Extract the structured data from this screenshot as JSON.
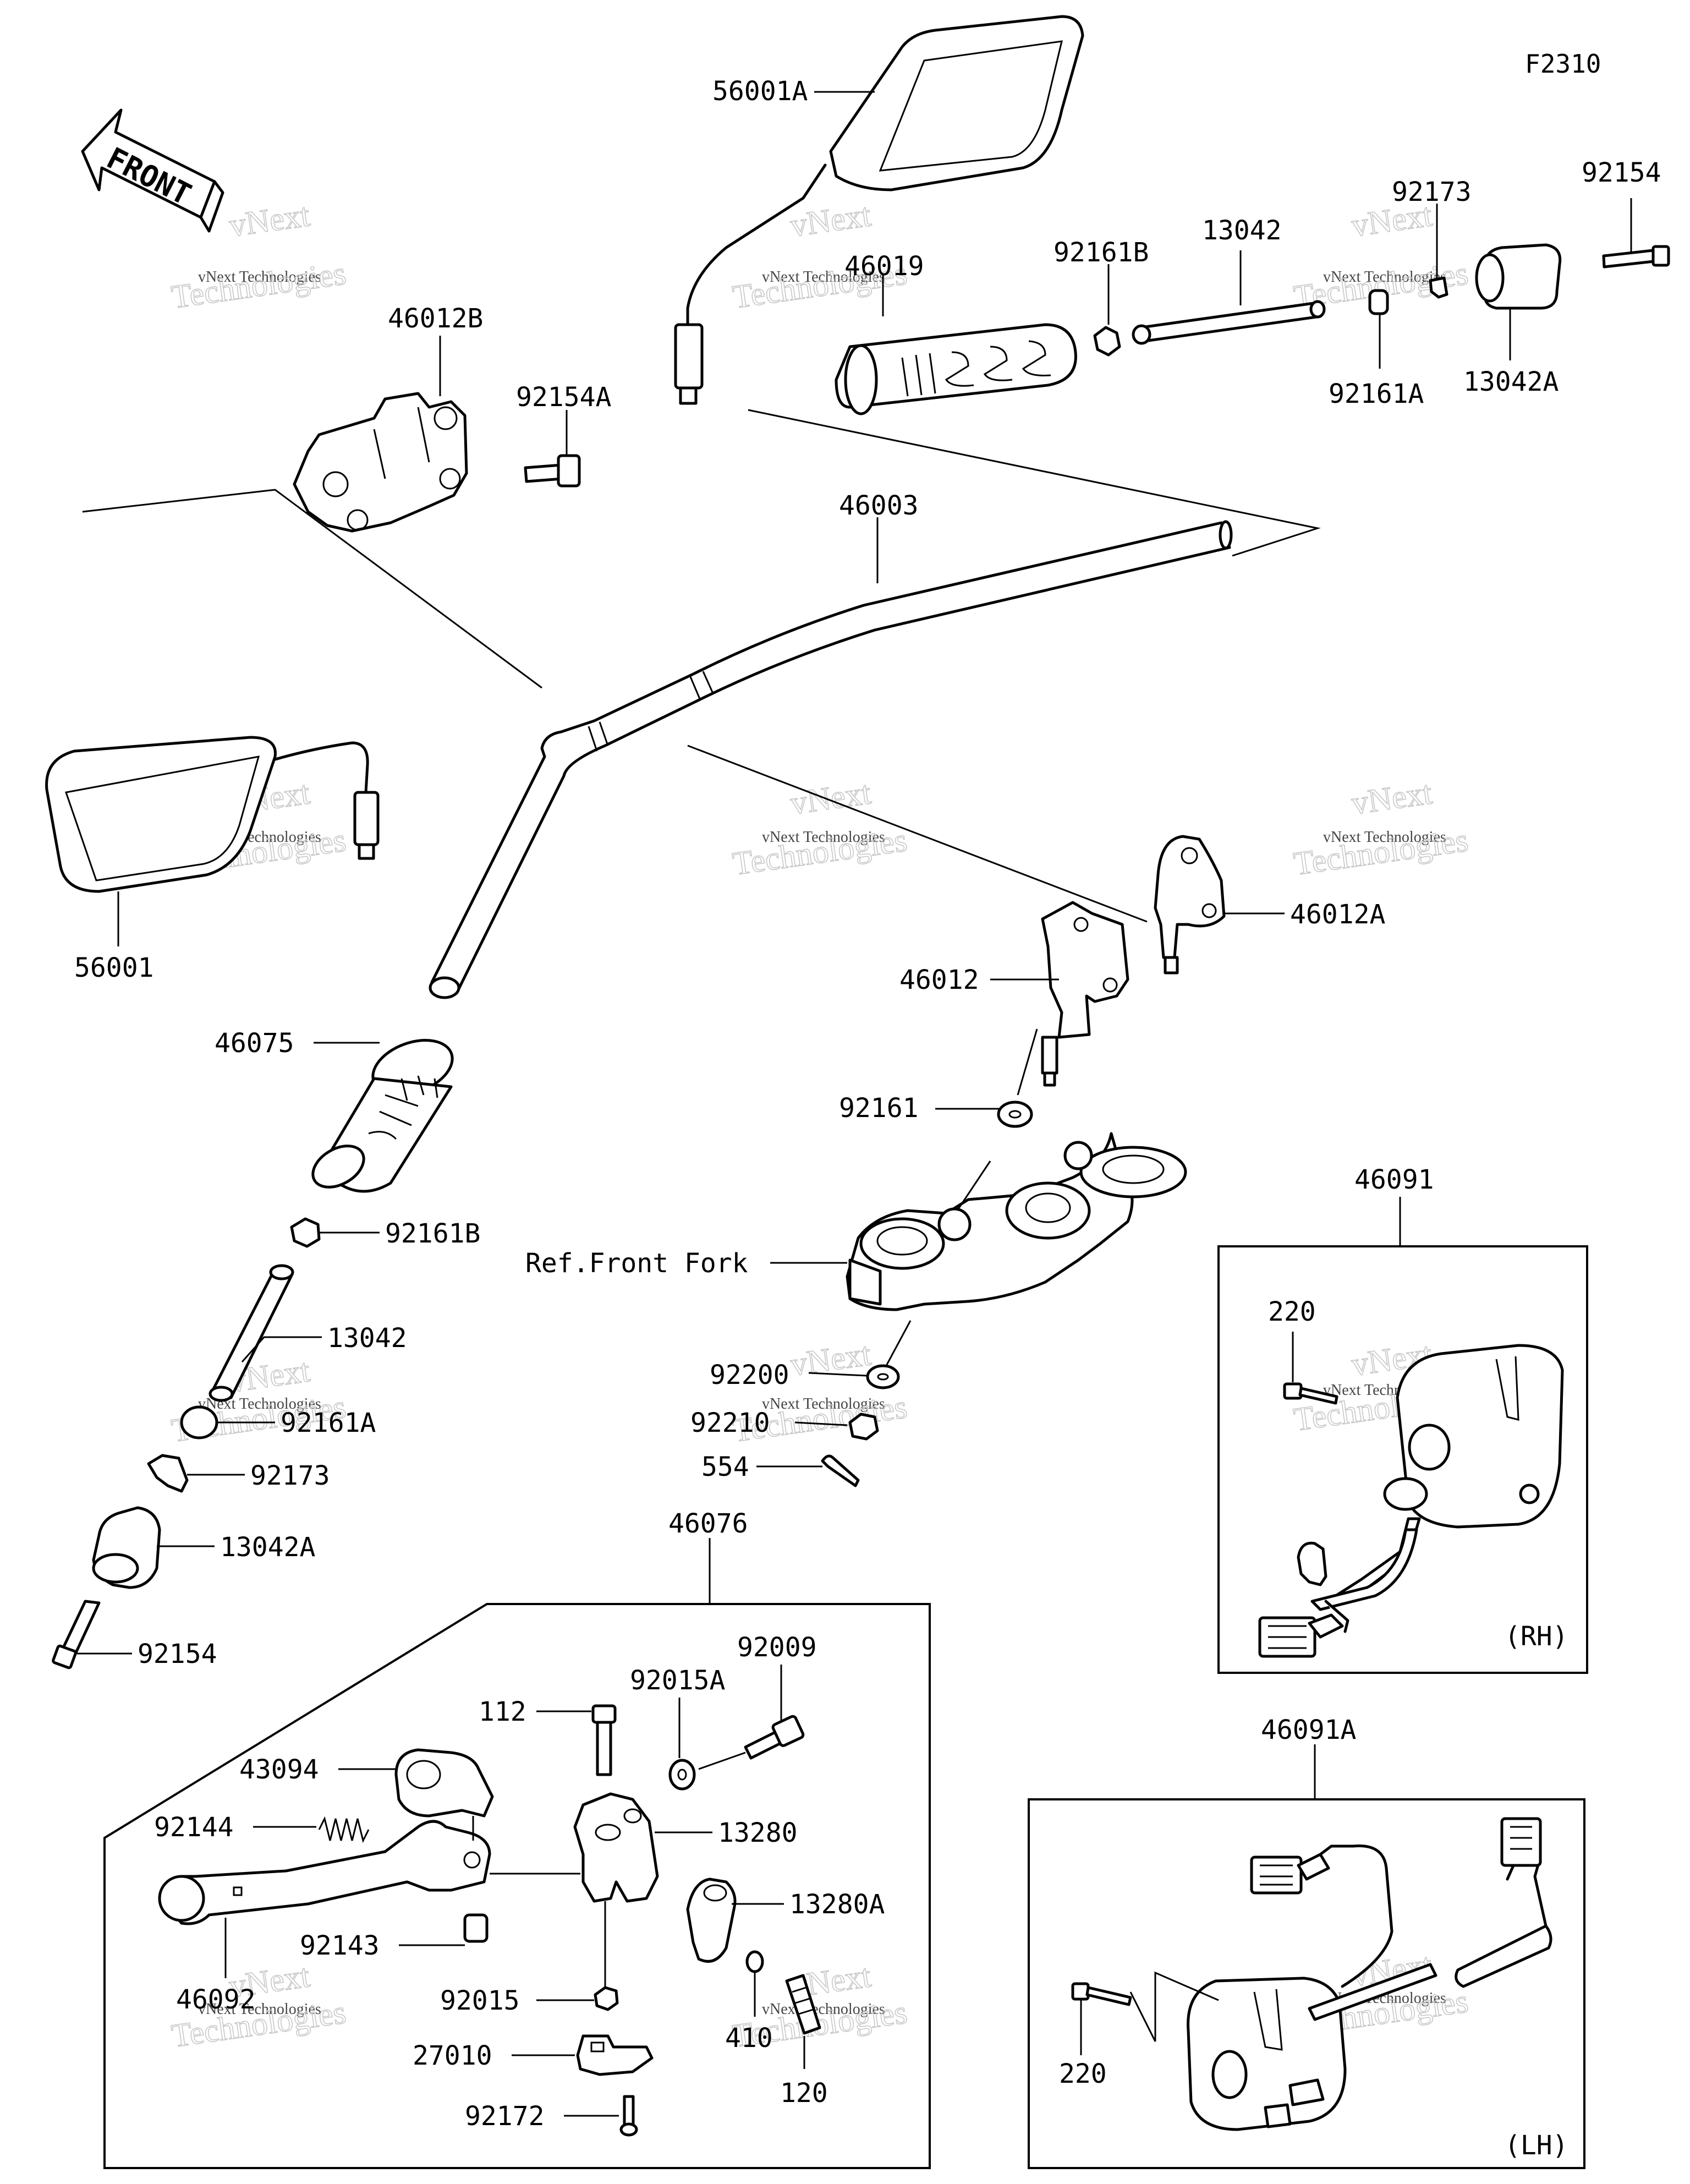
{
  "figure_code": "F2310",
  "front_label": "FRONT",
  "watermark": {
    "line1": "vNext",
    "line2": "vNext Technologies",
    "line3": "Technologies"
  },
  "parts": {
    "p56001A": "56001A",
    "p46019": "46019",
    "p92161B_r": "92161B",
    "p13042_r": "13042",
    "p92173_r": "92173",
    "p92154_r": "92154",
    "p92161A_r": "92161A",
    "p13042A_r": "13042A",
    "p46012B": "46012B",
    "p92154A": "92154A",
    "p46003": "46003",
    "p56001": "56001",
    "p46012A": "46012A",
    "p46012": "46012",
    "p46075": "46075",
    "p92161": "92161",
    "p92161B_l": "92161B",
    "ref_front_fork": "Ref.Front Fork",
    "p13042_l": "13042",
    "p92161A_l": "92161A",
    "p92173_l": "92173",
    "p13042A_l": "13042A",
    "p92154_l": "92154",
    "p92200": "92200",
    "p92210": "92210",
    "p554": "554",
    "p46076": "46076",
    "p92009": "92009",
    "p112": "112",
    "p92015A": "92015A",
    "p43094": "43094",
    "p92144": "92144",
    "p13280": "13280",
    "p13280A": "13280A",
    "p92143": "92143",
    "p46092": "46092",
    "p92015": "92015",
    "p410": "410",
    "p27010": "27010",
    "p120": "120",
    "p92172": "92172",
    "p46091": "46091",
    "p220_rh": "220",
    "rh_label": "(RH)",
    "p46091A": "46091A",
    "p220_lh": "220",
    "lh_label": "(LH)"
  }
}
